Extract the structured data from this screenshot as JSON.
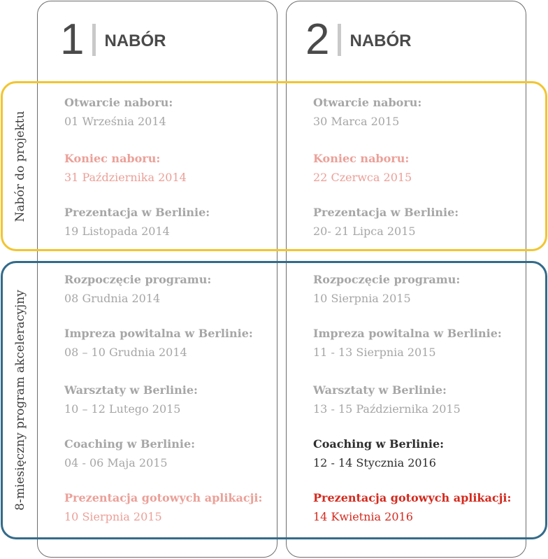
{
  "columns": [
    {
      "number": "1",
      "title": "NABÓR"
    },
    {
      "number": "2",
      "title": "NABÓR"
    }
  ],
  "bands": [
    {
      "label": "Nabór do projektu",
      "color": "#f2c530"
    },
    {
      "label": "8-miesięczny program akceleracyjny",
      "color": "#336b8a"
    }
  ],
  "colors": {
    "gray": "#a6a6a6",
    "pink": "#eba098",
    "dark": "#2d2d2d",
    "red": "#d42a1e"
  },
  "col1": [
    {
      "label": "Otwarcie naboru:",
      "date": "01 Września 2014"
    },
    {
      "label": "Koniec naboru:",
      "date": "31 Października 2014"
    },
    {
      "label": "Prezentacja w Berlinie:",
      "date": "19 Listopada 2014"
    },
    {
      "label": "Rozpoczęcie programu:",
      "date": "08 Grudnia 2014"
    },
    {
      "label": "Impreza powitalna w Berlinie:",
      "date": "08 – 10 Grudnia 2014"
    },
    {
      "label": "Warsztaty w Berlinie:",
      "date": "10 – 12 Lutego 2015"
    },
    {
      "label": "Coaching w Berlinie:",
      "date": "04 - 06 Maja 2015"
    },
    {
      "label": "Prezentacja gotowych aplikacji:",
      "date": "10 Sierpnia 2015"
    }
  ],
  "col2": [
    {
      "label": "Otwarcie naboru:",
      "date": "30 Marca 2015"
    },
    {
      "label": "Koniec naboru:",
      "date": "22 Czerwca 2015"
    },
    {
      "label": "Prezentacja w Berlinie:",
      "date": "20- 21 Lipca 2015"
    },
    {
      "label": "Rozpoczęcie programu:",
      "date": "10 Sierpnia 2015"
    },
    {
      "label": "Impreza powitalna w Berlinie:",
      "date": "11 - 13 Sierpnia 2015"
    },
    {
      "label": "Warsztaty w Berlinie:",
      "date": "13 - 15 Października 2015"
    },
    {
      "label": "Coaching w Berlinie:",
      "date": "12 - 14 Stycznia 2016"
    },
    {
      "label": "Prezentacja gotowych aplikacji:",
      "date": "14 Kwietnia 2016"
    }
  ]
}
